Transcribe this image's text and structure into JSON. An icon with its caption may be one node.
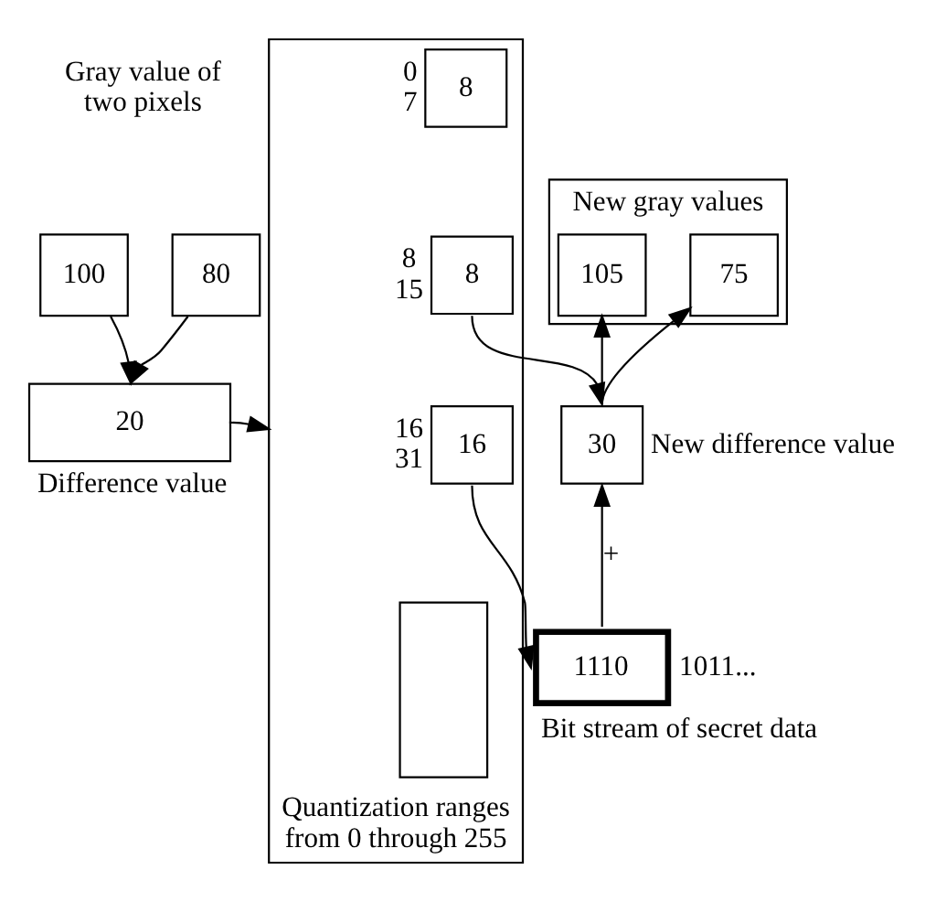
{
  "diagram": {
    "nodes": [
      {
        "text": [
          "100"
        ]
      },
      {
        "text": [
          "80"
        ]
      },
      {
        "text": [
          "20"
        ],
        "beside": [
          "Difference value"
        ]
      },
      {
        "text": [
          "Quantization ranges from 0 through 255"
        ]
      },
      {
        "text": [
          "8"
        ],
        "in": 3,
        "beside": [
          "0",
          "7"
        ]
      },
      {
        "text": [
          "8"
        ],
        "in": 3,
        "beside": [
          "8",
          "15"
        ]
      },
      {
        "text": [
          "16"
        ],
        "in": 3,
        "beside": [
          "16",
          "31"
        ]
      },
      {
        "text": [],
        "shape": "box",
        "in": 3
      },
      {
        "text": [
          "New gray values"
        ]
      },
      {
        "text": [
          "105"
        ],
        "in": 8
      },
      {
        "text": [
          "75"
        ],
        "in": 8
      },
      {
        "text": [
          "30"
        ],
        "beside": [
          "New difference value"
        ]
      },
      {
        "text": [
          "1110"
        ],
        "beside": [
          "1011...",
          "Bit stream of secret data"
        ]
      }
    ],
    "edges": [
      {
        "from": 0,
        "to": 2,
        "arrow": "to"
      },
      {
        "from": 1,
        "to": 2,
        "arrow": "to"
      },
      {
        "from": 2,
        "to": 3,
        "arrow": "to"
      },
      {
        "from": 5,
        "to": 11,
        "arrow": "to"
      },
      {
        "from": 6,
        "to": 12,
        "arrow": "to"
      },
      {
        "from": 11,
        "to": 9,
        "arrow": "to"
      },
      {
        "from": 11,
        "to": 10,
        "arrow": "to"
      },
      {
        "from": 12,
        "to": 11,
        "arrow": "to",
        "label": "+"
      }
    ],
    "labels": [
      "Gray value of two pixels"
    ]
  }
}
